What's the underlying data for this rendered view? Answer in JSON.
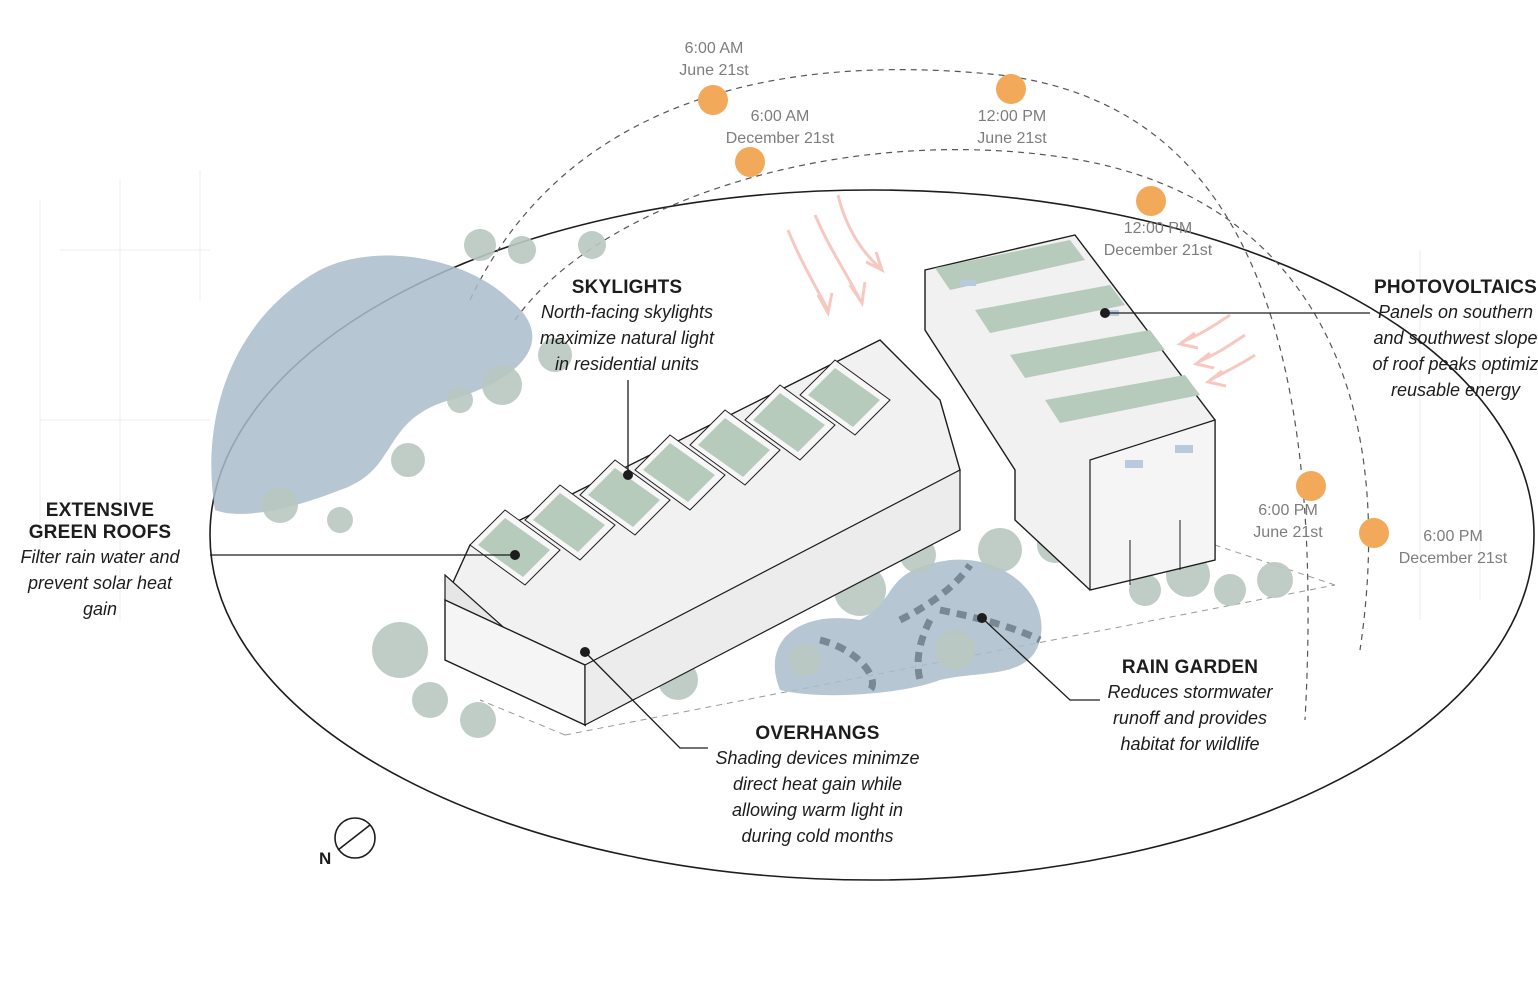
{
  "callouts": {
    "skylights": {
      "title": "SKYLIGHTS",
      "lines": [
        "North-facing skylights",
        "maximize natural light",
        "in residential units"
      ]
    },
    "photovoltaics": {
      "title": "PHOTOVOLTAICS",
      "lines": [
        "Panels on southern",
        "and southwest slope",
        "of roof peaks optimiz",
        "reusable energy"
      ]
    },
    "green_roofs": {
      "title_lines": [
        "EXTENSIVE",
        "GREEN ROOFS"
      ],
      "lines": [
        "Filter rain water and",
        "prevent solar heat",
        "gain"
      ]
    },
    "rain_garden": {
      "title": "RAIN GARDEN",
      "lines": [
        "Reduces stormwater",
        "runoff and provides",
        "habitat for wildlife"
      ]
    },
    "overhangs": {
      "title": "OVERHANGS",
      "lines": [
        "Shading devices minimze",
        "direct heat gain while",
        "allowing warm light in",
        "during cold months"
      ]
    }
  },
  "sun_positions": [
    {
      "time": "6:00 AM",
      "date": "June 21st"
    },
    {
      "time": "6:00 AM",
      "date": "December 21st"
    },
    {
      "time": "12:00 PM",
      "date": "June 21st"
    },
    {
      "time": "12:00 PM",
      "date": "December 21st"
    },
    {
      "time": "6:00 PM",
      "date": "June 21st"
    },
    {
      "time": "6:00 PM",
      "date": "December 21st"
    }
  ],
  "north_label": "N",
  "colors": {
    "sun": "#f2aa5a",
    "pond": "#a9bccb",
    "tree": "#b9c8c0",
    "roof_green": "#b7cbbd",
    "building": "#f1f1f1",
    "wind_arrow": "#f6c9c0",
    "line": "#1d1d1d"
  }
}
